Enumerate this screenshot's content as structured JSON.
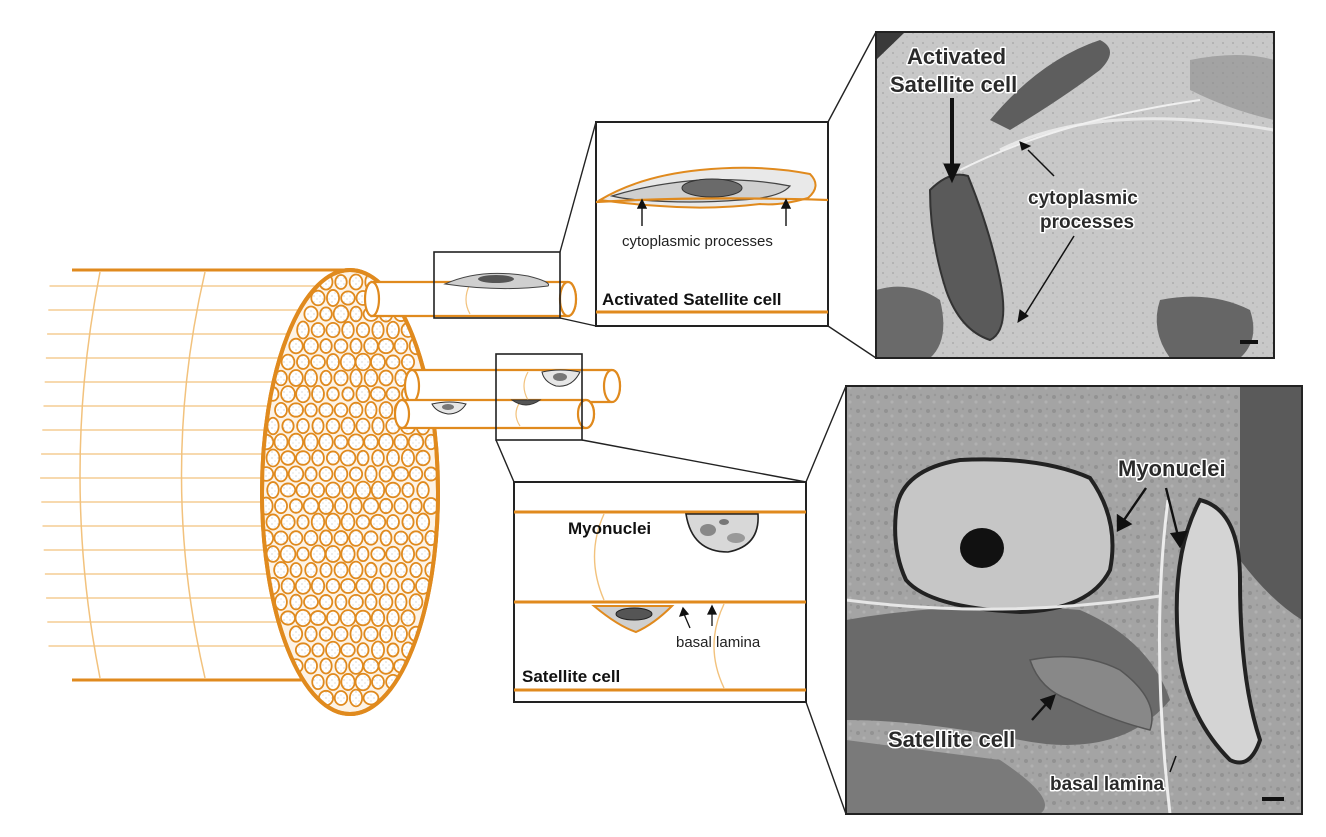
{
  "labels": {
    "inset_top": {
      "processes": "cytoplasmic processes",
      "title": "Activated Satellite cell"
    },
    "inset_bottom": {
      "myonuclei": "Myonuclei",
      "basal_lamina": "basal lamina",
      "title": "Satellite cell"
    },
    "em_top": {
      "line1": "Activated",
      "line2": "Satellite cell",
      "processes_line1": "cytoplasmic",
      "processes_line2": "processes"
    },
    "em_bottom": {
      "myonuclei": "Myonuclei",
      "satellite": "Satellite cell",
      "basal_lamina": "basal lamina"
    }
  },
  "colors": {
    "fiber": "#e08a1e",
    "fiber_light": "#f2c27d",
    "cell_fill": "#cfcfcf",
    "nucleus": "#555555",
    "em_background": "#9c9c9c"
  }
}
